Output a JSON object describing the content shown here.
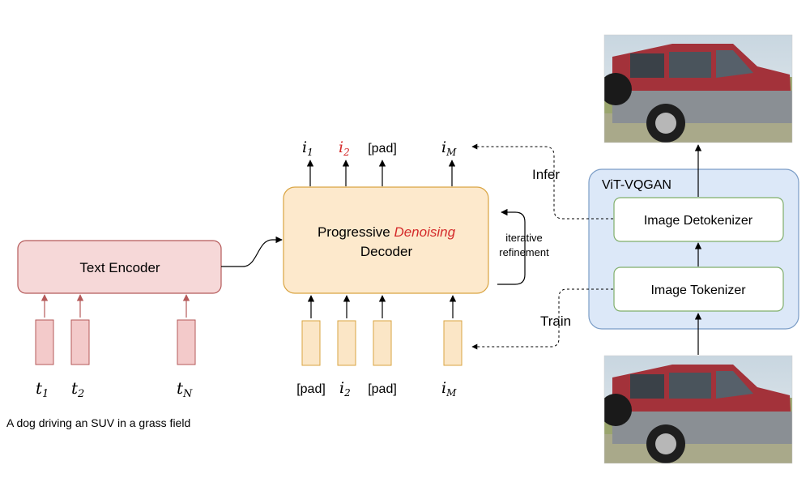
{
  "text_encoder": {
    "label": "Text Encoder"
  },
  "decoder": {
    "line1_prefix": "Progressive",
    "line1_highlight": "Denoising",
    "line2": "Decoder",
    "highlight_color": "#d42a2a",
    "loop_label_line1": "iterative",
    "loop_label_line2": "refinement"
  },
  "vitvqgan": {
    "title": "ViT-VQGAN",
    "detokenizer_label": "Image Detokenizer",
    "tokenizer_label": "Image Tokenizer"
  },
  "flow_labels": {
    "infer": "Infer",
    "train": "Train"
  },
  "text_tokens": [
    {
      "sym": "t",
      "sub": "1"
    },
    {
      "sym": "t",
      "sub": "2"
    },
    {
      "sym": "t",
      "sub": "N"
    }
  ],
  "output_tokens": [
    {
      "sym": "i",
      "sub": "1",
      "plain": "",
      "color": "#000000"
    },
    {
      "sym": "i",
      "sub": "2",
      "plain": "",
      "color": "#d42a2a"
    },
    {
      "sym": "",
      "sub": "",
      "plain": "[pad]",
      "color": "#000000"
    },
    {
      "sym": "i",
      "sub": "M",
      "plain": "",
      "color": "#000000"
    }
  ],
  "input_tokens": [
    {
      "sym": "",
      "sub": "",
      "plain": "[pad]"
    },
    {
      "sym": "i",
      "sub": "2",
      "plain": ""
    },
    {
      "sym": "",
      "sub": "",
      "plain": "[pad]"
    },
    {
      "sym": "i",
      "sub": "M",
      "plain": ""
    }
  ],
  "caption": "A dog driving an SUV in a grass field",
  "colors": {
    "text_encoder_fill": "#f6d8d8",
    "text_encoder_stroke": "#b55a5a",
    "decoder_fill": "#fde9cc",
    "decoder_stroke": "#d9a441",
    "vqgan_fill": "#dce8f8",
    "vqgan_stroke": "#7a9cc6",
    "tokenizer_stroke": "#7fae6a",
    "text_token_fill": "#f3caca",
    "input_token_fill": "#fbe6c6"
  },
  "images": {
    "top_alt": "SUV photo (output)",
    "bottom_alt": "SUV photo (input)"
  }
}
